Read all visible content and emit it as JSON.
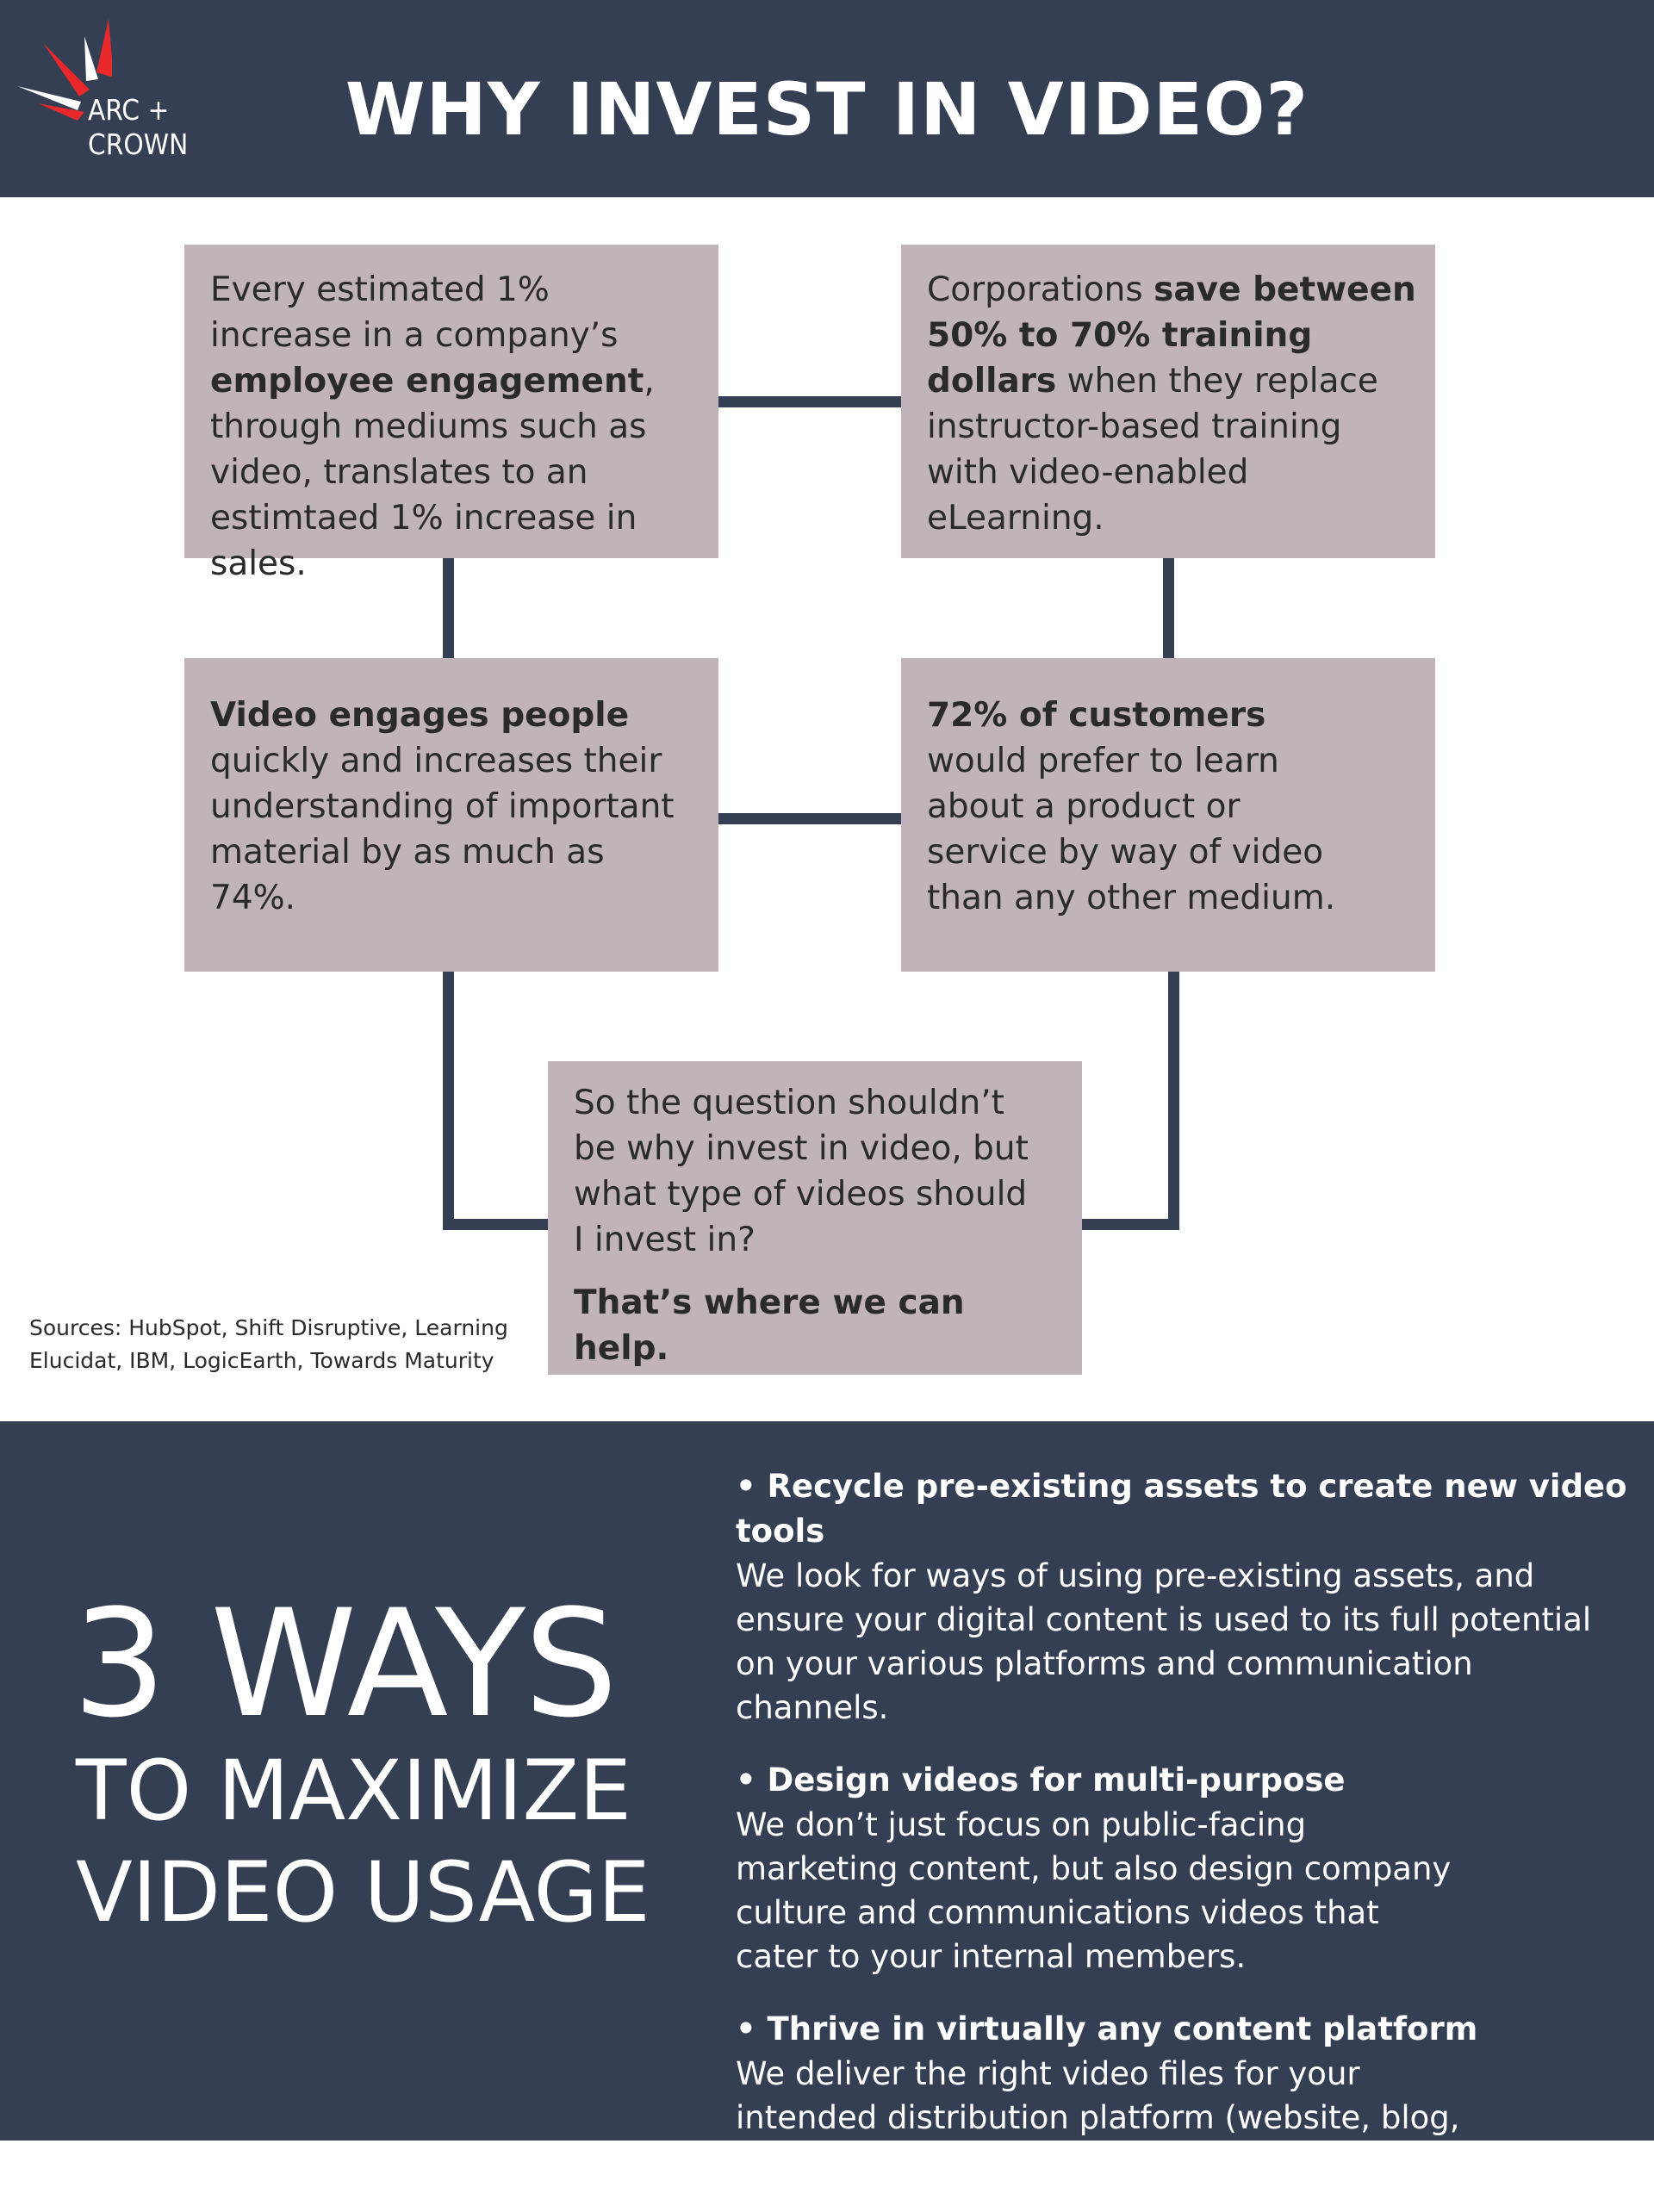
{
  "header": {
    "title": "WHY INVEST IN VIDEO?",
    "logo": {
      "line1": "ARC +",
      "line2": "CROWN",
      "accent_color": "#e8282b"
    },
    "bg_color": "#353f53"
  },
  "boxes": {
    "top_left": {
      "t1": "Every estimated 1% increase in a company’s ",
      "b1": "employee engagement",
      "t2": ", through mediums such as video, translates to an estimtaed 1% increase in sales."
    },
    "top_right": {
      "t1": "Corporations ",
      "b1": "save between 50% to 70% training dollars",
      "t2": " when they replace instructor-based training with video-enabled eLearning."
    },
    "mid_left": {
      "b1": "Video engages people",
      "t1": " quickly and increases their understanding of important material by as much as 74%."
    },
    "mid_right": {
      "b1": "72% of customers",
      "t1": " would prefer to learn about a product or service by way of video than any other medium."
    },
    "bottom": {
      "t1": "So the question shouldn’t be why invest in video, but what type of videos should I invest in?",
      "b1": "That’s where we can help."
    },
    "box_color": "#c0b3b9"
  },
  "sources": "Sources: HubSpot, Shift Disruptive, Learning Elucidat, IBM, LogicEarth, Towards Maturity",
  "footer": {
    "big": "3 WAYS",
    "sub1": "TO MAXIMIZE",
    "sub2": "VIDEO USAGE",
    "bullets": [
      {
        "head": "• Recycle pre-existing assets to create new video tools",
        "body": "We look for ways of using pre-existing  assets, and ensure your digital content is used to its full potential on your various platforms and communication channels."
      },
      {
        "head": "• Design videos for multi-purpose",
        "body": "We don’t just focus on public-facing marketing content, but also design company culture and communications videos that cater to your internal members."
      },
      {
        "head": "• Thrive in virtually any content platform",
        "body": "We deliver the right video files for your intended distribution platform (website, blog, YouTube or presentation, mobile devices)."
      }
    ]
  }
}
